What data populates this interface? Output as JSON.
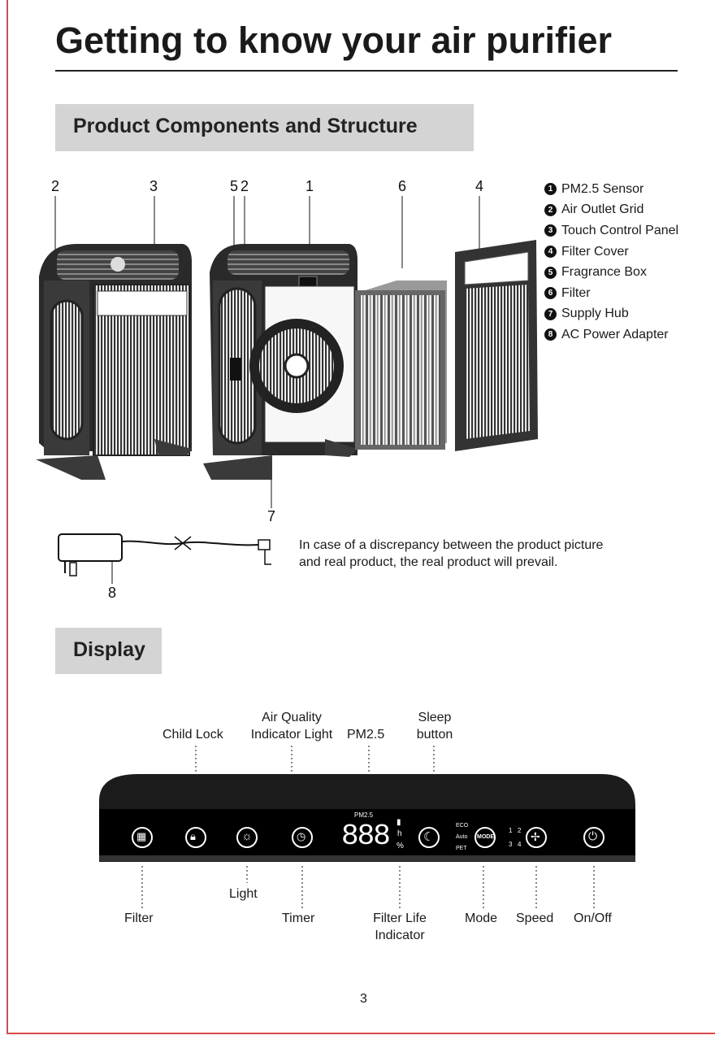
{
  "page": {
    "title": "Getting to know your air purifier",
    "page_number": "3"
  },
  "components": {
    "heading": "Product Components and Structure",
    "callout_numbers": [
      "2",
      "3",
      "5",
      "2",
      "1",
      "6",
      "4",
      "7",
      "8"
    ],
    "legend": [
      {
        "num": "1",
        "label": "PM2.5 Sensor"
      },
      {
        "num": "2",
        "label": "Air Outlet Grid"
      },
      {
        "num": "3",
        "label": "Touch Control Panel"
      },
      {
        "num": "4",
        "label": "Filter Cover"
      },
      {
        "num": "5",
        "label": "Fragrance Box"
      },
      {
        "num": "6",
        "label": "Filter"
      },
      {
        "num": "7",
        "label": "Supply Hub"
      },
      {
        "num": "8",
        "label": "AC Power Adapter"
      }
    ],
    "note_line1": "In case of a discrepancy between the product picture",
    "note_line2": "and real product, the real product will prevail."
  },
  "display": {
    "heading": "Display",
    "top_labels": {
      "child_lock": "Child Lock",
      "air_quality_1": "Air Quality",
      "air_quality_2": "Indicator Light",
      "pm25": "PM2.5",
      "sleep_1": "Sleep",
      "sleep_2": "button"
    },
    "bottom_labels": {
      "light": "Light",
      "filter": "Filter",
      "timer": "Timer",
      "filter_life_1": "Filter Life",
      "filter_life_2": "Indicator",
      "mode": "Mode",
      "speed": "Speed",
      "onoff": "On/Off"
    },
    "panel": {
      "pm_label": "PM2.5",
      "digits": "888",
      "unit_h": "h",
      "unit_pct": "%",
      "mode_eco": "ECO",
      "mode_auto": "Auto",
      "mode_pet": "PET",
      "mode_button": "MODE",
      "speed_1": "1",
      "speed_2": "2",
      "speed_3": "3",
      "speed_4": "4"
    }
  }
}
